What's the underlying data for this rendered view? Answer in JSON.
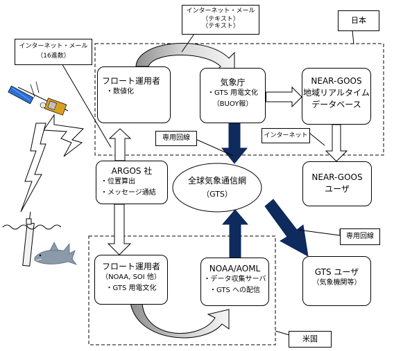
{
  "callouts": {
    "internet_mail_16": {
      "line1": "インターネット・メール",
      "line2": "（16進数）"
    },
    "internet_mail_text": {
      "line1": "インターネット・メール",
      "line2": "（テキスト）",
      "line3": "（テキスト）"
    },
    "japan": "日本",
    "usa": "米国",
    "dedicated_line_1": "専用回線",
    "internet": "インターネット",
    "dedicated_line_2": "専用回線"
  },
  "boxes": {
    "float_operator_jp": {
      "title": "フロート運用者",
      "items": [
        "・数値化"
      ]
    },
    "jma": {
      "title": "気象庁",
      "items": [
        "・GTS 用電文化",
        "（BUOY報）"
      ]
    },
    "near_goos_db": {
      "lines": [
        "NEAR-GOOS",
        "地域リアルタイム",
        "データベース"
      ]
    },
    "argos": {
      "title": "ARGOS 社",
      "items": [
        "・位置算出",
        "・メッセージ通結"
      ]
    },
    "gts_network": {
      "line1": "全球気象通信網",
      "line2": "（GTS）"
    },
    "near_goos_user": {
      "line1": "NEAR-GOOS",
      "line2": "ユーザ"
    },
    "float_operator_us": {
      "title": "フロート運用者",
      "items": [
        "（NOAA, SOI 他）",
        "・GTS 用電文化"
      ]
    },
    "noaa_aoml": {
      "title": "NOAA/AOML",
      "items": [
        "・データ収集サーバ",
        "・GTS への配信"
      ]
    },
    "gts_user": {
      "title": "GTS ユーザ",
      "items": [
        "（気象機関等）"
      ]
    }
  },
  "colors": {
    "dark_arrow": "#0f2a5c",
    "curve_arrow": "#b8b8b8",
    "border": "#000000",
    "satellite_blue": "#2d6fd8",
    "shark": "#8a9aa8"
  }
}
